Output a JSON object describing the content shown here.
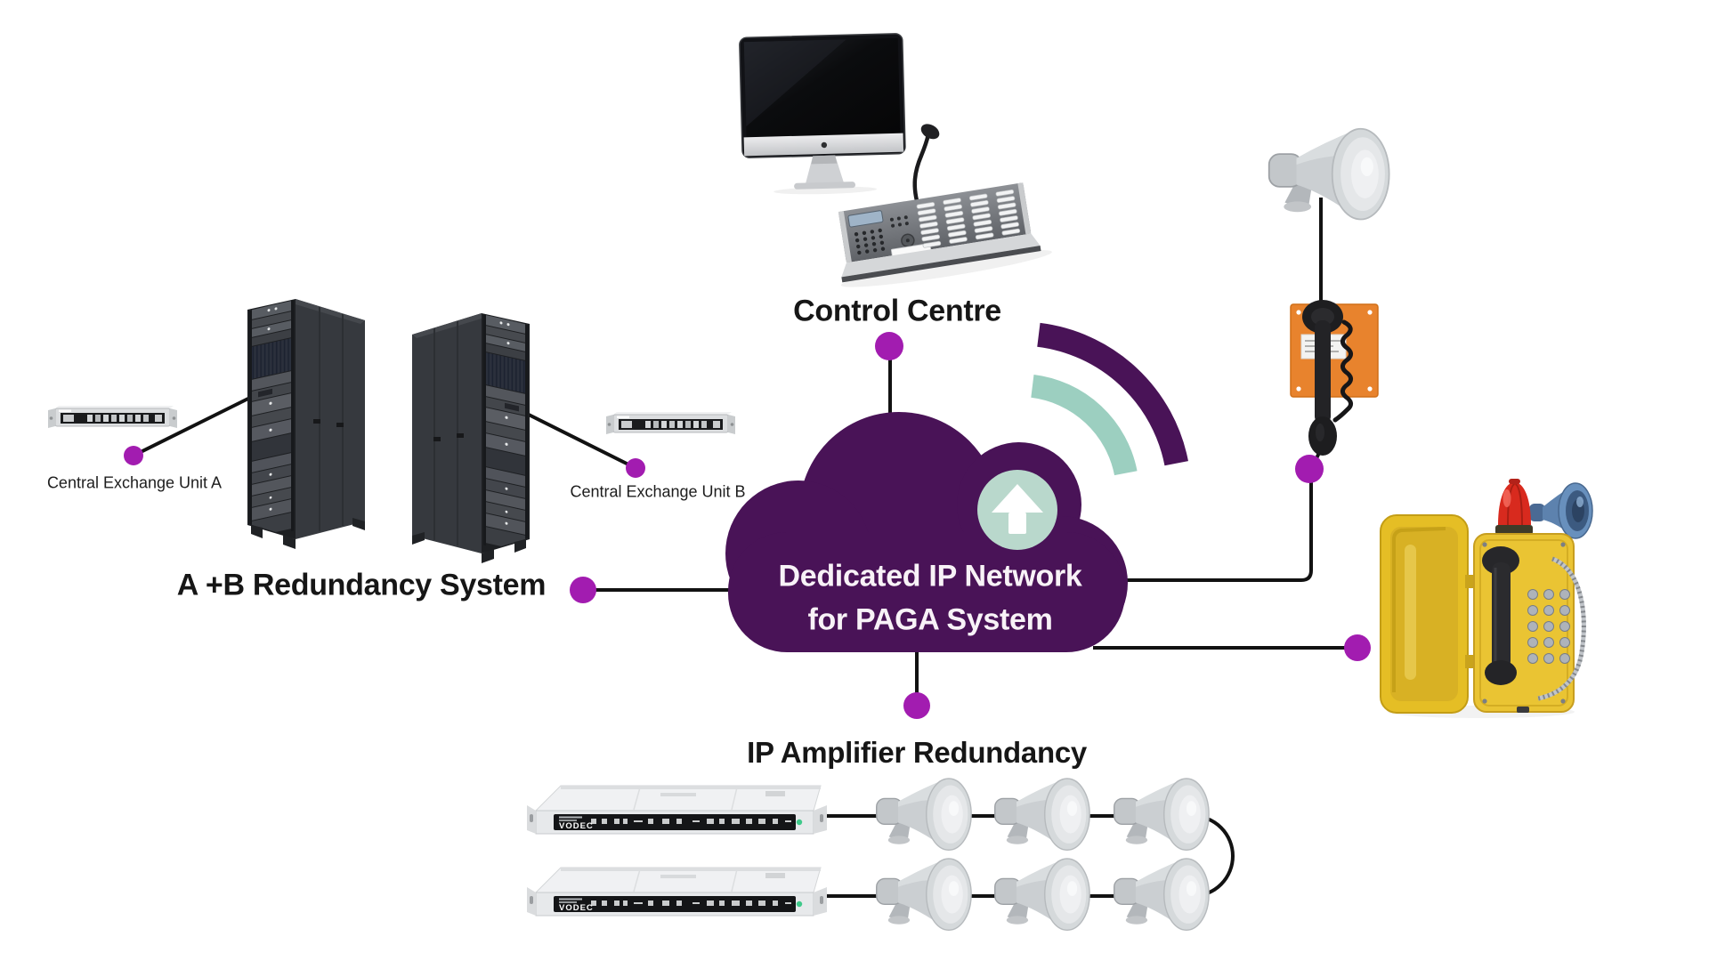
{
  "diagram": {
    "labels": {
      "control_centre": "Control Centre",
      "redundancy_system": "A +B Redundancy System",
      "central_exchange_a": "Central Exchange Unit A",
      "central_exchange_b": "Central Exchange Unit B",
      "ip_amplifier_redundancy": "IP Amplifier Redundancy",
      "cloud_line1": "Dedicated IP Network",
      "cloud_line2": "for PAGA System"
    },
    "amplifier_brand": "VODEC",
    "colors": {
      "cloud": "#491357",
      "node_dot": "#A21CB0",
      "wifi_teal": "#9CCFC0",
      "arrow_circle": "#B9D8CC",
      "connector": "#121212",
      "orange_phone": "#E8832D",
      "yellow_phone": "#EAC433",
      "beacon_red": "#D82A1E",
      "horn_blue": "#5D82AE"
    },
    "icons": [
      "network-cloud-icon",
      "wifi-signal-icon",
      "up-arrow-icon",
      "node-dot-icon",
      "desktop-monitor-icon",
      "paging-console-icon",
      "gooseneck-microphone-icon",
      "server-rack-icon",
      "rack-exchange-unit-icon",
      "horn-speaker-icon",
      "wall-telephone-icon",
      "weatherproof-telephone-icon",
      "alarm-beacon-icon",
      "ip-amplifier-icon"
    ]
  }
}
